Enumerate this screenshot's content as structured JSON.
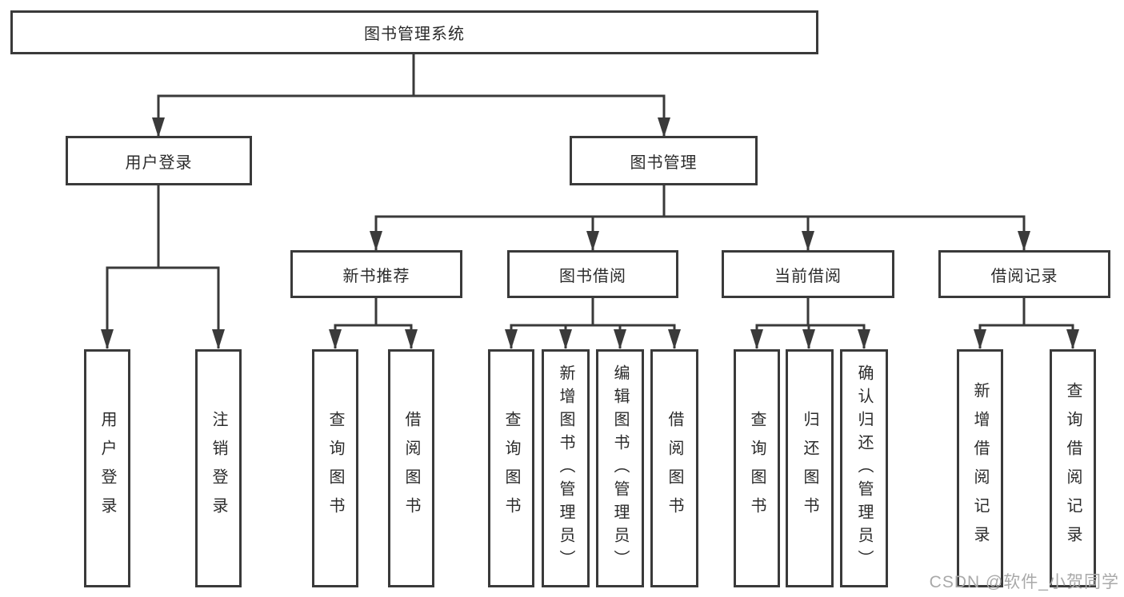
{
  "nodes": {
    "root": {
      "label": "图书管理系统"
    },
    "branches": [
      {
        "label": "用户登录"
      },
      {
        "label": "图书管理"
      }
    ],
    "sections": [
      {
        "label": "新书推荐"
      },
      {
        "label": "图书借阅"
      },
      {
        "label": "当前借阅"
      },
      {
        "label": "借阅记录"
      }
    ],
    "leaves": [
      {
        "label": "用户登录"
      },
      {
        "label": "注销登录"
      },
      {
        "label": "查询图书"
      },
      {
        "label": "借阅图书"
      },
      {
        "label": "查询图书"
      },
      {
        "label": "新增图书（管理员）"
      },
      {
        "label": "编辑图书（管理员）"
      },
      {
        "label": "借阅图书"
      },
      {
        "label": "查询图书"
      },
      {
        "label": "归还图书"
      },
      {
        "label": "确认归还（管理员）"
      },
      {
        "label": "新增借阅记录"
      },
      {
        "label": "查询借阅记录"
      }
    ]
  },
  "watermark": {
    "text": "CSDN @软件_小贺同学"
  },
  "colors": {
    "line": "#3a3a3a",
    "box_border": "#3a3a3a",
    "text": "#2b2b2b",
    "watermark": "#a9a9a9",
    "background": "#ffffff"
  }
}
